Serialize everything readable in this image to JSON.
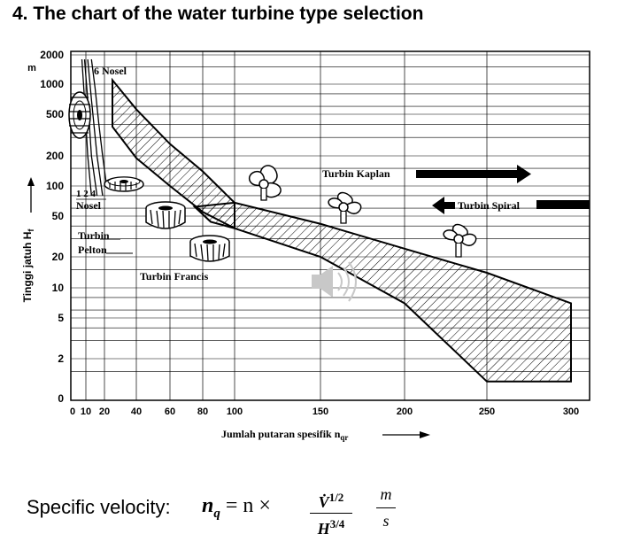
{
  "page": {
    "title": "4. The chart of the water turbine type selection"
  },
  "chart_data": {
    "type": "area",
    "xlabel": "Jumlah putaran spesifik n",
    "xlabel_sub": "qr",
    "ylabel": "Tinggi jatuh H",
    "ylabel_sub": "f",
    "x_ticks": [
      "0",
      "10",
      "20",
      "40",
      "60",
      "80",
      "100",
      "150",
      "200",
      "250",
      "300"
    ],
    "x_tick_values": [
      0,
      10,
      20,
      40,
      60,
      80,
      100,
      150,
      200,
      250,
      300
    ],
    "y_ticks": [
      "2000",
      "1000",
      "500",
      "200",
      "100",
      "50",
      "20",
      "10",
      "5",
      "2",
      "0"
    ],
    "y_tick_values": [
      2000,
      1000,
      500,
      200,
      100,
      50,
      20,
      10,
      5,
      2,
      0
    ],
    "y_unit": "m",
    "xlim": [
      0,
      300
    ],
    "ylim": [
      0,
      2000
    ],
    "y_scale": "log",
    "grid": true,
    "regions": [
      {
        "name": "Turbin Francis",
        "label": "Turbin Francis",
        "boundary": [
          [
            25,
            1100
          ],
          [
            40,
            560
          ],
          [
            60,
            260
          ],
          [
            80,
            140
          ],
          [
            100,
            68
          ],
          [
            100,
            38
          ],
          [
            80,
            55
          ],
          [
            60,
            100
          ],
          [
            40,
            190
          ],
          [
            25,
            380
          ]
        ]
      },
      {
        "name": "Turbin Kaplan",
        "label": "Turbin Kaplan",
        "boundary": [
          [
            75,
            62
          ],
          [
            100,
            68
          ],
          [
            150,
            42
          ],
          [
            200,
            24
          ],
          [
            250,
            14
          ],
          [
            300,
            7
          ],
          [
            300,
            1.2
          ],
          [
            250,
            1.2
          ],
          [
            200,
            7
          ],
          [
            150,
            20
          ],
          [
            100,
            38
          ],
          [
            85,
            44
          ]
        ]
      }
    ],
    "pelton_nozzle_lines": [
      {
        "label": "1",
        "points": [
          [
            7,
            1800
          ],
          [
            9,
            700
          ],
          [
            11,
            200
          ],
          [
            13,
            80
          ]
        ]
      },
      {
        "label": "2",
        "points": [
          [
            9,
            1800
          ],
          [
            11,
            700
          ],
          [
            13,
            200
          ],
          [
            16,
            80
          ]
        ]
      },
      {
        "label": "4",
        "points": [
          [
            11,
            1800
          ],
          [
            13,
            700
          ],
          [
            16,
            200
          ],
          [
            19,
            80
          ]
        ]
      },
      {
        "label": "6 Nosel",
        "points": [
          [
            13,
            1800
          ],
          [
            15,
            900
          ],
          [
            17,
            400
          ],
          [
            19,
            200
          ],
          [
            21,
            110
          ]
        ]
      }
    ],
    "annotations": [
      {
        "text": "6 Nosel"
      },
      {
        "text": "1 2 4"
      },
      {
        "text": "Nosel"
      },
      {
        "text": "Turbin"
      },
      {
        "text": "Pelton"
      },
      {
        "text": "Turbin Francis"
      },
      {
        "text": "Turbin Kaplan"
      },
      {
        "text": "Turbin Spiral"
      }
    ]
  },
  "formula": {
    "label": "Specific velocity:",
    "lhs": "n",
    "lhs_sub": "q",
    "equals": "= n ×",
    "numerator": "V̇",
    "numerator_exp": "1/2",
    "denominator": "H",
    "denominator_exp": "3/4",
    "unit_num": "m",
    "unit_den": "s"
  },
  "colors": {
    "ink": "#000000",
    "kaplan_arrow": "#000000",
    "speaker": "#c8c8c8"
  },
  "icons": [
    "pelton-runner-icon",
    "francis-runner-icon",
    "kaplan-propeller-icon",
    "speaker-icon"
  ]
}
